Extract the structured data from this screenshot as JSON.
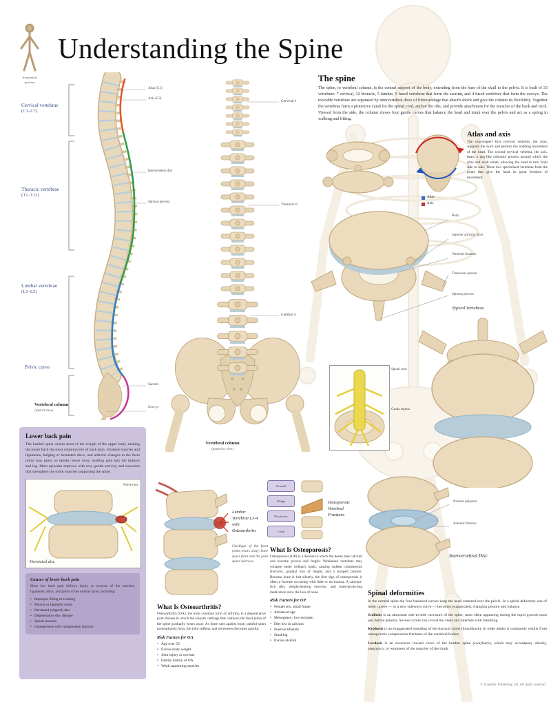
{
  "title": "Understanding the Spine",
  "figure": {
    "line1": "Anatomical",
    "line2": "position"
  },
  "colors": {
    "cervical_curve": "#e05a28",
    "thoracic_curve": "#2f9e44",
    "lumbar_curve": "#2e7fc2",
    "sacral_curve": "#c03a90",
    "bone": "#ead9bb",
    "disc": "#b6cdd9",
    "panel": "#ccc2de",
    "panel_dark": "#b3a5cc"
  },
  "lateral": {
    "cervical_label": "Cervical vertebrae",
    "cervical_range": "(C1–C7)",
    "thoracic_label": "Thoracic vertebrae",
    "thoracic_range": "(T1–T12)",
    "lumbar_label": "Lumbar vertebrae",
    "lumbar_range": "(L1–L5)",
    "pelvic_label": "Pelvic curve",
    "pointers": [
      "Atlas (C1)",
      "Axis (C2)",
      "Intervertebral disc",
      "Spinous process",
      "Sacrum",
      "Coccyx"
    ],
    "caption": "Vertebral column",
    "caption_sub": "(lateral view)"
  },
  "posterior": {
    "labels": [
      "Cervical 1",
      "Thoracic 6",
      "Lumbar 4"
    ],
    "caption": "Vertebral column",
    "caption_sub": "(posterior view)"
  },
  "the_spine": {
    "heading": "The spine",
    "body": "The spine, or vertebral column, is the central support of the body, extending from the base of the skull to the pelvis. It is built of 33 vertebrae: 7 cervical, 12 thoracic, 5 lumbar, 5 fused vertebrae that form the sacrum, and 4 fused vertebrae that form the coccyx. The movable vertebrae are separated by intervertebral discs of fibrocartilage that absorb shock and give the column its flexibility. Together the vertebrae form a protective canal for the spinal cord, anchor the ribs, and provide attachment for the muscles of the back and neck. Viewed from the side, the column shows four gentle curves that balance the head and trunk over the pelvis and act as a spring in walking and lifting."
  },
  "atlas_axis": {
    "heading": "Atlas and axis",
    "body": "The ring-shaped first cervical vertebra, the atlas, supports the skull and permits the nodding movement of the head. The second cervical vertebra, the axis, bears a peg-like odontoid process around which the atlas and skull rotate, allowing the head to turn from side to side. These two specialized vertebrae form the joints that give the head its great freedom of movement.",
    "legend": [
      {
        "name": "Atlas"
      },
      {
        "name": "Axis"
      }
    ]
  },
  "typical": {
    "label": "Typical Vertebrae",
    "pointers": [
      "Body",
      "Superior articular facet",
      "Vertebral foramen",
      "Transverse process",
      "Spinous process"
    ]
  },
  "cord": {
    "labels": [
      "Spinal cord",
      "Cauda equina"
    ]
  },
  "back_pain": {
    "heading": "Lower back pain",
    "body": "The lumbar spine carries most of the weight of the upper body, making the lower back the most common site of back pain. Strained muscles and ligaments, bulging or herniated discs, and arthritic changes in the facet joints may press on nearby nerve roots, sending pain into the buttock and leg. Most episodes improve with rest, gentle activity, and exercises that strengthen the trunk muscles supporting the spine.",
    "nerve_label": "Nerve root",
    "box_caption": "Herniated disc",
    "causes_heading": "Causes of lower back pain",
    "causes_intro": "Most low back pain follows injury or overuse of the muscles, ligaments, discs, and joints of the lumbar spine, including:",
    "causes_bullets": [
      "Improper lifting or twisting",
      "Muscle or ligament strain",
      "Herniated (slipped) disc",
      "Degenerative disc disease",
      "Spinal stenosis",
      "Osteoporosis with compression fracture"
    ]
  },
  "oa": {
    "label_lines": [
      "Lumbar",
      "Vertebrae L3-4",
      "with",
      "Osteoarthritis"
    ],
    "caption": "Cartilage of the facet joints wears away; bone spurs form and the joint space narrows.",
    "heading": "What Is Osteoarthritis?",
    "body": "Osteoarthritis (OA), the most common form of arthritis, is a degenerative joint disease in which the smooth cartilage that cushions the facet joints of the spine gradually wears away. As bone rubs against bone, painful spurs (osteophytes) form, the joint stiffens, and movement becomes painful.",
    "risk_heading": "Risk Factors for OA",
    "bullets": [
      "Age over 50",
      "Excess body weight",
      "Joint injury or overuse",
      "Family history of OA",
      "Weak supporting muscles"
    ]
  },
  "op": {
    "boxes": [
      "Normal",
      "Wedge",
      "Biconcave",
      "Crush"
    ],
    "label_lines": [
      "Osteoporotic",
      "Vertebral",
      "Fractures"
    ],
    "heading": "What Is Osteoporosis?",
    "body": "Osteoporosis (OP) is a disease in which the bones lose calcium and become porous and fragile. Weakened vertebrae may collapse under ordinary loads, causing sudden compression fractures, gradual loss of height, and a stooped posture. Because bone is lost silently, the first sign of osteoporosis is often a fracture occurring with little or no trauma. A calcium-rich diet, weight-bearing exercise, and bone-protecting medication slow the loss of bone.",
    "risk_heading": "Risk Factors for OP",
    "bullets": [
      "Female sex, small frame",
      "Advanced age",
      "Menopause / low estrogen",
      "Diet low in calcium",
      "Inactive lifestyle",
      "Smoking",
      "Excess alcohol"
    ]
  },
  "disc": {
    "pointers": [
      "Nucleus pulposus",
      "Annulus fibrosus"
    ],
    "label": "Intervertebral Disc"
  },
  "deformities": {
    "heading": "Spinal deformities",
    "intro": "In the normal spine the four balanced curves keep the head centered over the pelvis. In a spinal deformity one of these curves — or a new sideways curve — becomes exaggerated, changing posture and balance.",
    "items": [
      {
        "term": "Scoliosis",
        "text": "is an abnormal side-to-side curvature of the spine, most often appearing during the rapid growth spurt just before puberty. Severe curves can crowd the chest and interfere with breathing."
      },
      {
        "term": "Kyphosis",
        "text": "is an exaggerated rounding of the thoracic spine (hunchback). In older adults it commonly results from osteoporotic compression fractures of the vertebral bodies."
      },
      {
        "term": "Lordosis",
        "text": "is an excessive inward curve of the lumbar spine (swayback), which may accompany obesity, pregnancy, or weakness of the muscles of the trunk."
      }
    ]
  },
  "copyright": "© Scientific Publishing Ltd. All rights reserved."
}
